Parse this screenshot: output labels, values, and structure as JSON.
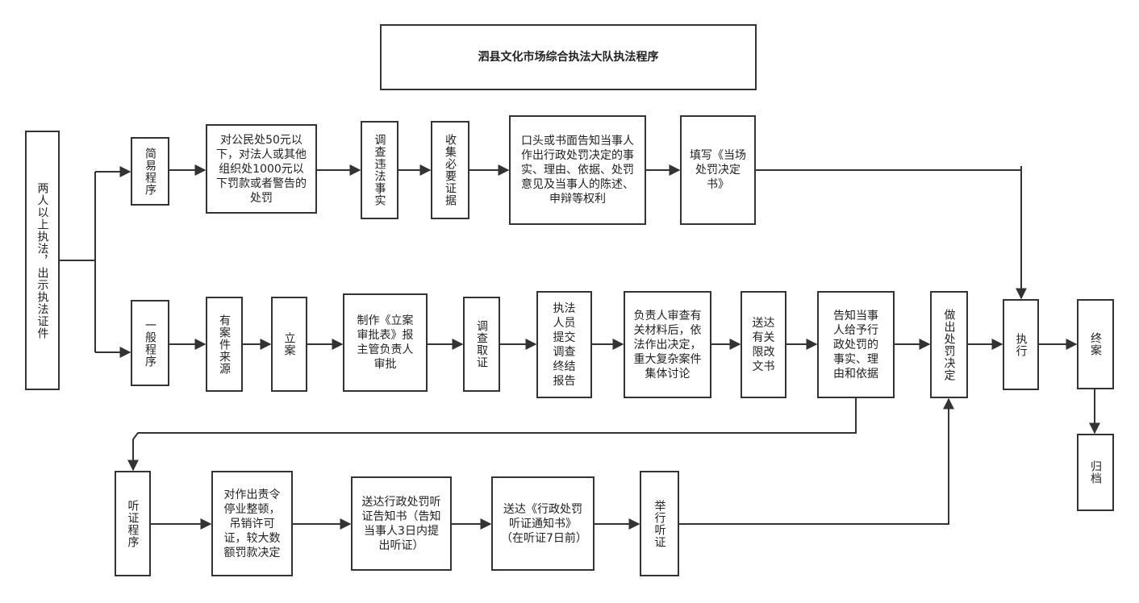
{
  "title": "泗县文化市场综合执法大队执法程序",
  "start": "两人以上执法，出示执法证件",
  "simple": {
    "label": "简易程序",
    "penalty": "对公民处50元以下，对法人或其他组织处1000元以下罚款或者警告的处罚",
    "investigate": "调查违法事实",
    "collect": "收集必要证据",
    "inform": "口头或书面告知当事人作出行政处罚决定的事实、理由、依据、处罚意见及当事人的陈述、申辩等权利",
    "fill": "填写《当场处罚决定书》"
  },
  "general": {
    "label": "一般程序",
    "source": "有案件来源",
    "register": "立案",
    "approval": "制作《立案审批表》报主管负责人审批",
    "evidence": "调查取证",
    "submit": "执法人员提交调查终结报告",
    "review": "负责人审查有关材料后，依法作出决定，重大复杂案件集体讨论",
    "deliver": "送达有关限改文书",
    "notify": "告知当事人给予行政处罚的事实、理由和依据",
    "decision": "做出处罚决定",
    "execute": "执行",
    "close": "终案",
    "archive": "归档"
  },
  "hearing": {
    "label": "听证程序",
    "cases": "对作出责令停业整顿，吊销许可证，较大数额罚款决定",
    "notice": "送达行政处罚听证告知书（告知当事人3日内提出听证）",
    "notice2": "送达《行政处罚听证通知书》（在听证7日前）",
    "hold": "举行听证"
  }
}
